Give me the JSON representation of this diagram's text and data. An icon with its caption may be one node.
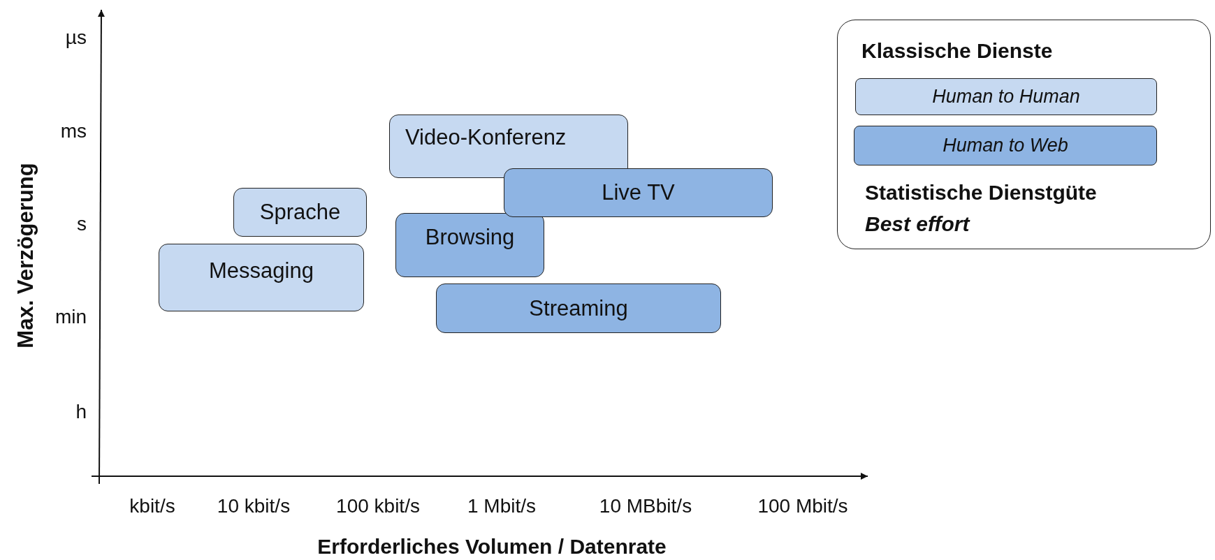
{
  "diagram": {
    "nodes": [
      {
        "text": [
          "Video-Konferenz"
        ]
      },
      {
        "text": [
          "Live TV"
        ]
      },
      {
        "text": [
          "Sprache"
        ]
      },
      {
        "text": [
          "Browsing"
        ]
      },
      {
        "text": [
          "Messaging"
        ]
      },
      {
        "text": [
          "Streaming"
        ]
      }
    ],
    "labels": [
      "µs",
      "ms",
      "s",
      "min",
      "h",
      "kbit/s",
      "10 kbit/s",
      "100 kbit/s",
      "1 Mbit/s",
      "10 MBbit/s",
      "100 Mbit/s",
      "Max. Verzögerung",
      "Erforderliches Volumen / Datenrate",
      "Klassische Dienste",
      "Statistische Dienstgüte",
      "Best effort"
    ],
    "legend": [
      {
        "text": "Human to Human",
        "color": "#c6d9f1"
      },
      {
        "text": "Human to Web",
        "color": "#8eb4e3"
      }
    ]
  }
}
